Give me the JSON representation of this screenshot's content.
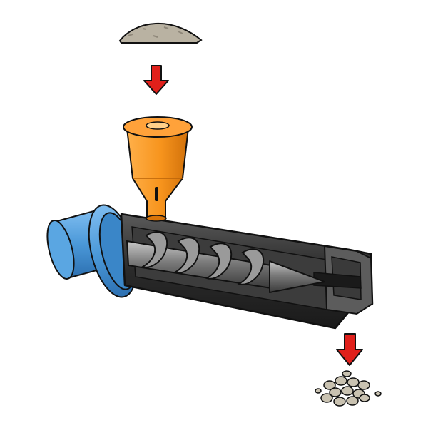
{
  "diagram": {
    "stages": [
      {
        "key": "raw",
        "icon": "powder-pile-icon"
      },
      {
        "key": "feed",
        "icon": "down-arrow-icon"
      },
      {
        "key": "hopper",
        "icon": "hopper-icon"
      },
      {
        "key": "extruder",
        "icon": "extruder-screw-icon"
      },
      {
        "key": "output",
        "icon": "down-arrow-icon"
      },
      {
        "key": "product",
        "icon": "pellets-icon"
      }
    ],
    "colors": {
      "arrow": "#e0201b",
      "hopper": "#f7941d",
      "hopper_dark": "#d8740a",
      "motor": "#4a98d8",
      "motor_dark": "#2c6fb0",
      "barrel": "#2e2e2e",
      "barrel_light": "#6a6a6a",
      "screw": "#8a8a8a",
      "powder": "#b9b2a2",
      "pellet": "#c9c2b1",
      "outline": "#111111"
    }
  }
}
